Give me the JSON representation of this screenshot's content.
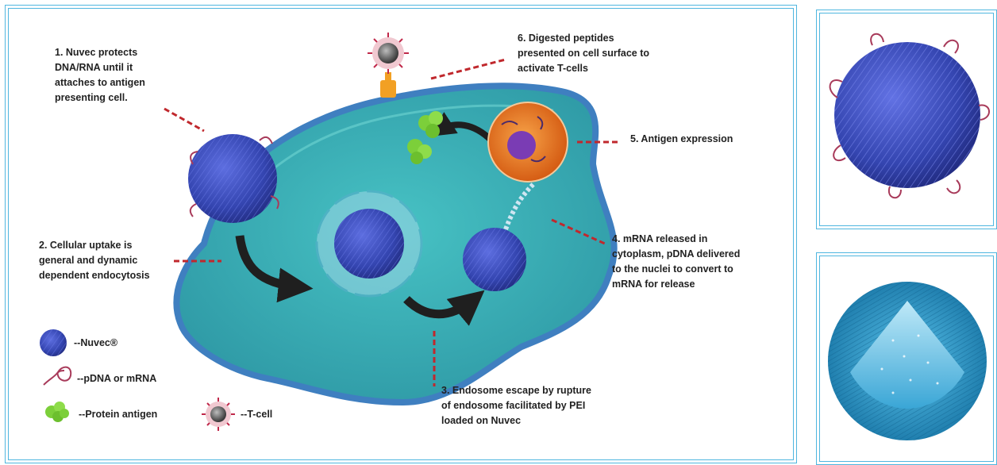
{
  "steps": {
    "step1": "1. Nuvec protects\nDNA/RNA until it\nattaches to antigen\npresenting cell.",
    "step2": "2. Cellular uptake is\ngeneral and dynamic\ndependent endocytosis",
    "step3": "3. Endosome escape by rupture\nof endosome facilitated by PEI\nloaded on Nuvec",
    "step4": "4. mRNA released in\ncytoplasm, pDNA delivered\nto the nuclei to convert to\nmRNA for release",
    "step5": "5. Antigen expression",
    "step6": "6. Digested peptides\npresented on cell surface to\nactivate T-cells"
  },
  "legend": {
    "nuvec": "--Nuvec®",
    "nucleic_acid": "--pDNA or mRNA",
    "protein_antigen": "--Protein antigen",
    "t_cell": "--T-cell"
  },
  "colors": {
    "frame": "#4fb6df",
    "cell": "#3fb3b8",
    "cell_edge": "#3f7fc0",
    "nuvec": "#3a4ab8",
    "strand": "#a83a5a",
    "antigen": "#7ccf3a",
    "nucleus": "#e8741e",
    "connector": "#c0282d",
    "arrow": "#1f1f1f"
  },
  "icons": [
    "nuvec-particle-icon",
    "nucleic-acid-loop-icon",
    "protein-antigen-icon",
    "t-cell-icon"
  ]
}
